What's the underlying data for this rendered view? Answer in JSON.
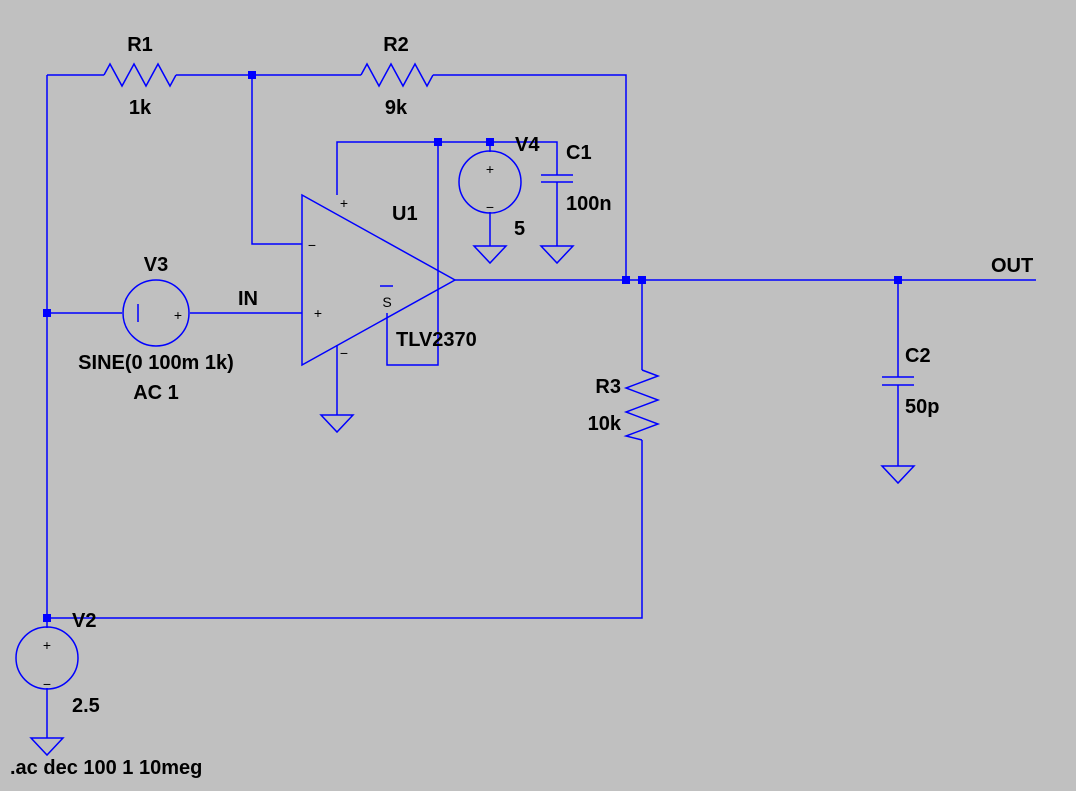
{
  "colors": {
    "background": "#c0c0c0",
    "wire": "#0000ff",
    "junction": "#0000ff",
    "text": "#000000"
  },
  "components": {
    "r1": {
      "ref": "R1",
      "value": "1k"
    },
    "r2": {
      "ref": "R2",
      "value": "9k"
    },
    "r3": {
      "ref": "R3",
      "value": "10k"
    },
    "c1": {
      "ref": "C1",
      "value": "100n"
    },
    "c2": {
      "ref": "C2",
      "value": "50p"
    },
    "v2": {
      "ref": "V2",
      "value": "2.5"
    },
    "v3": {
      "ref": "V3",
      "value": "SINE(0 100m 1k)",
      "value2": "AC 1"
    },
    "v4": {
      "ref": "V4",
      "value": "5"
    },
    "u1": {
      "ref": "U1",
      "value": "TLV2370",
      "pin_plus": "+",
      "pin_minus": "−",
      "pin_vplus": "+",
      "pin_vminus": "−",
      "pin_shdn": "S"
    }
  },
  "nets": {
    "in": "IN",
    "out": "OUT"
  },
  "directive": ".ac dec 100 1 10meg",
  "symbols": {
    "source_plus": "+",
    "source_minus": "−"
  }
}
